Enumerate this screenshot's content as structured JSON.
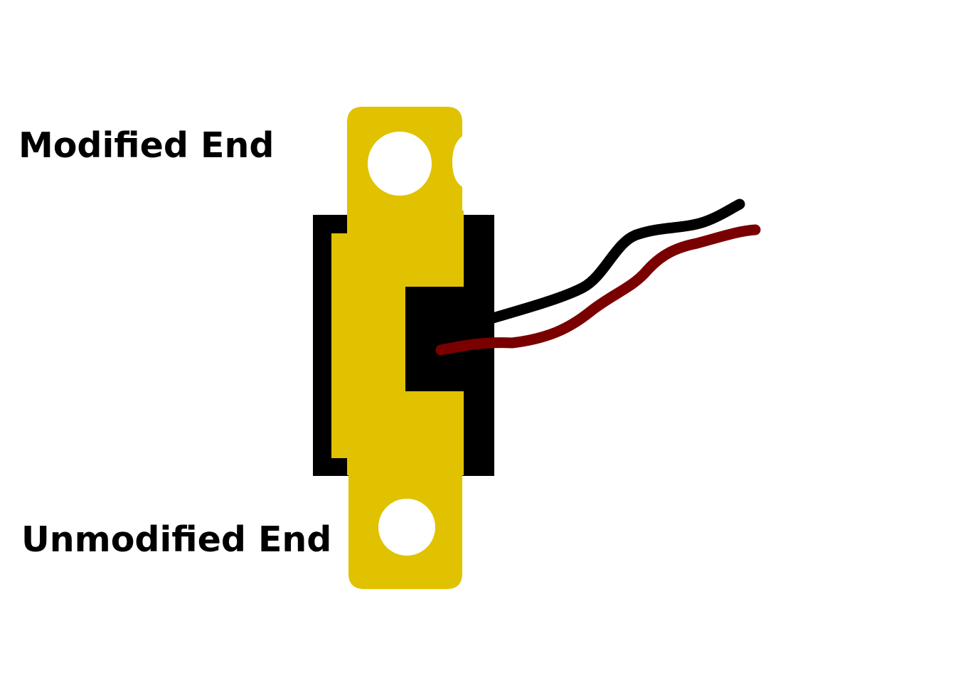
{
  "labels": {
    "modified_end": "Modified End",
    "unmodified_end": "Unmodified End"
  },
  "colors": {
    "background": "#ffffff",
    "strip": "#e0c200",
    "housing": "#000000",
    "hole": "#ffffff",
    "wire_black": "#000000",
    "wire_red": "#7a0000"
  },
  "icons": {
    "strip": "yellow-metal-strip",
    "housing": "black-sensor-housing",
    "wires": "black-and-red-lead-wires"
  }
}
